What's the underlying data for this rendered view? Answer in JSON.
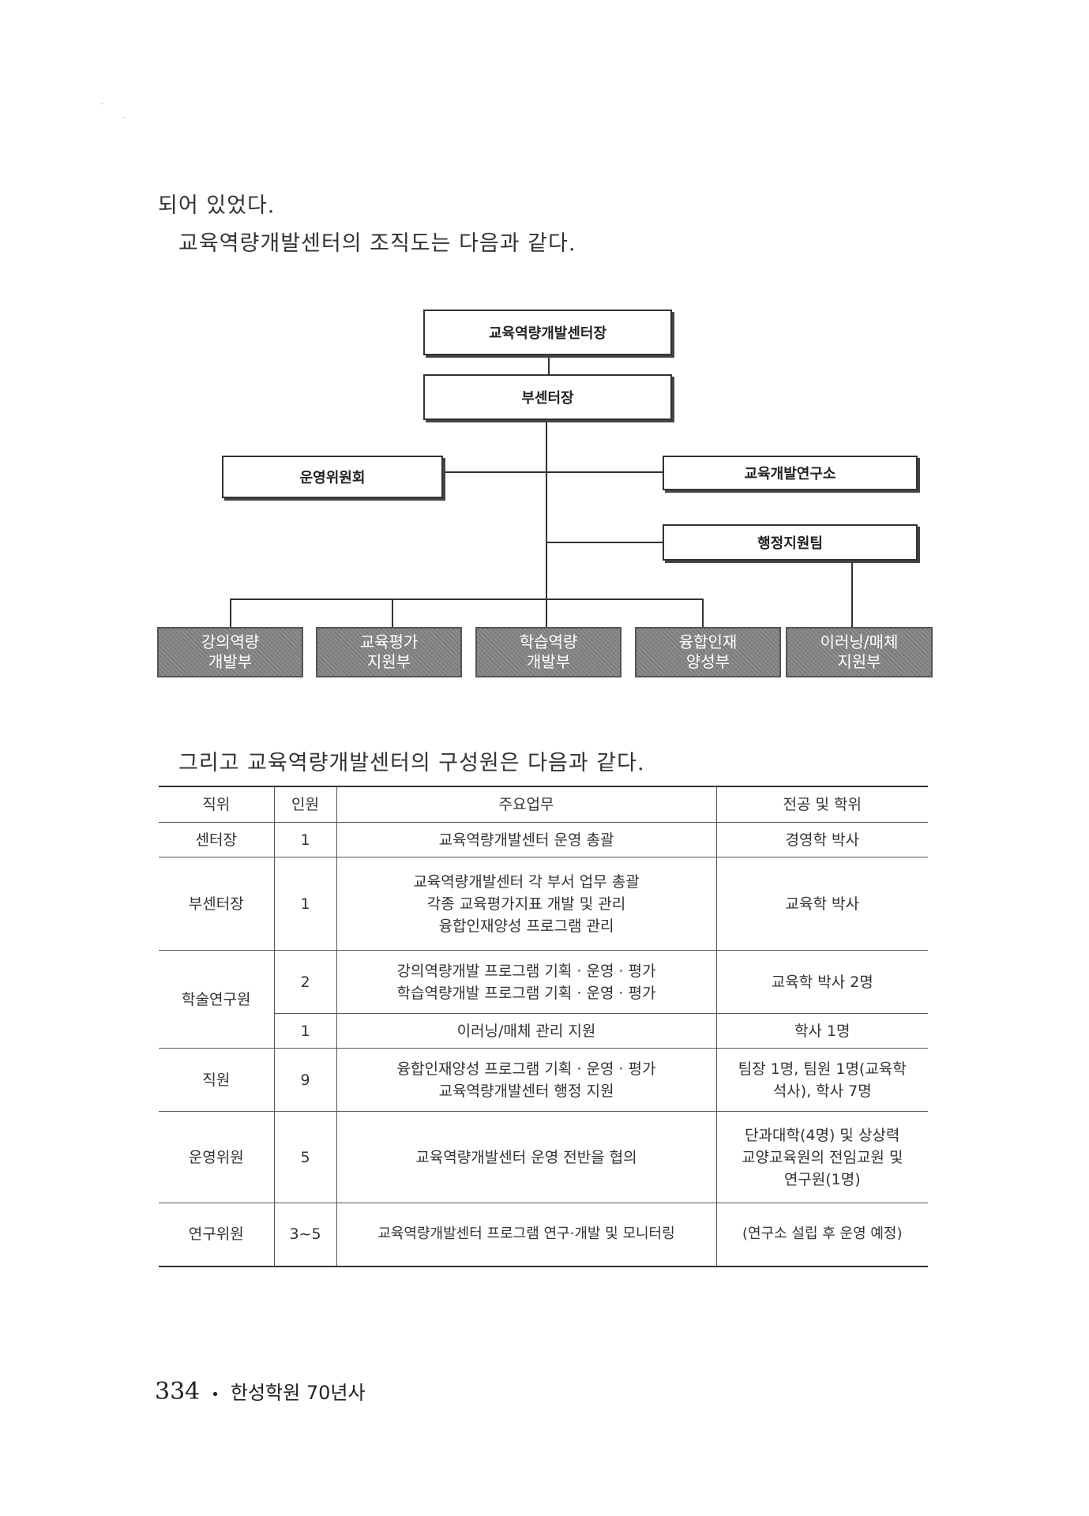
{
  "text": {
    "p1": "되어 있었다.",
    "p2": "교육역량개발센터의 조직도는 다음과 같다.",
    "p3": "그리고 교육역량개발센터의 구성원은 다음과 같다."
  },
  "org": {
    "director": "교육역량개발센터장",
    "vice": "부센터장",
    "committee": "운영위원회",
    "institute": "교육개발연구소",
    "admin": "행정지원팀",
    "depts": [
      "강의역량\n개발부",
      "교육평가\n지원부",
      "학습역량\n개발부",
      "융합인재\n양성부",
      "이러닝/매체\n지원부"
    ]
  },
  "table": {
    "headers": [
      "직위",
      "인원",
      "주요업무",
      "전공 및 학위"
    ],
    "rows": [
      {
        "position": "센터장",
        "count": "1",
        "duties": "교육역량개발센터 운영 총괄",
        "degree": "경영학 박사"
      },
      {
        "position": "부센터장",
        "count": "1",
        "duties": "교육역량개발센터 각 부서 업무 총괄\n각종 교육평가지표 개발 및 관리\n융합인재양성 프로그램 관리",
        "degree": "교육학 박사"
      },
      {
        "position": "학술연구원",
        "count": "2",
        "duties": "강의역량개발 프로그램 기획 · 운영 · 평가\n학습역량개발 프로그램 기획 · 운영 · 평가",
        "degree": "교육학 박사 2명"
      },
      {
        "position": "",
        "count": "1",
        "duties": "이러닝/매체 관리 지원",
        "degree": "학사 1명"
      },
      {
        "position": "직원",
        "count": "9",
        "duties": "융합인재양성 프로그램 기획 · 운영 · 평가\n교육역량개발센터 행정 지원",
        "degree": "팀장 1명, 팀원 1명(교육학\n석사), 학사 7명"
      },
      {
        "position": "운영위원",
        "count": "5",
        "duties": "교육역량개발센터 운영 전반을 협의",
        "degree": "단과대학(4명) 및 상상력\n교양교육원의 전임교원 및\n연구원(1명)"
      },
      {
        "position": "연구위원",
        "count": "3~5",
        "duties": "교육역량개발센터 프로그램 연구·개발 및 모니터링",
        "degree": "(연구소 설립 후 운영 예정)"
      }
    ]
  },
  "footer": {
    "page_number": "334",
    "dot": "•",
    "book_title": "한성학원 70년사"
  }
}
